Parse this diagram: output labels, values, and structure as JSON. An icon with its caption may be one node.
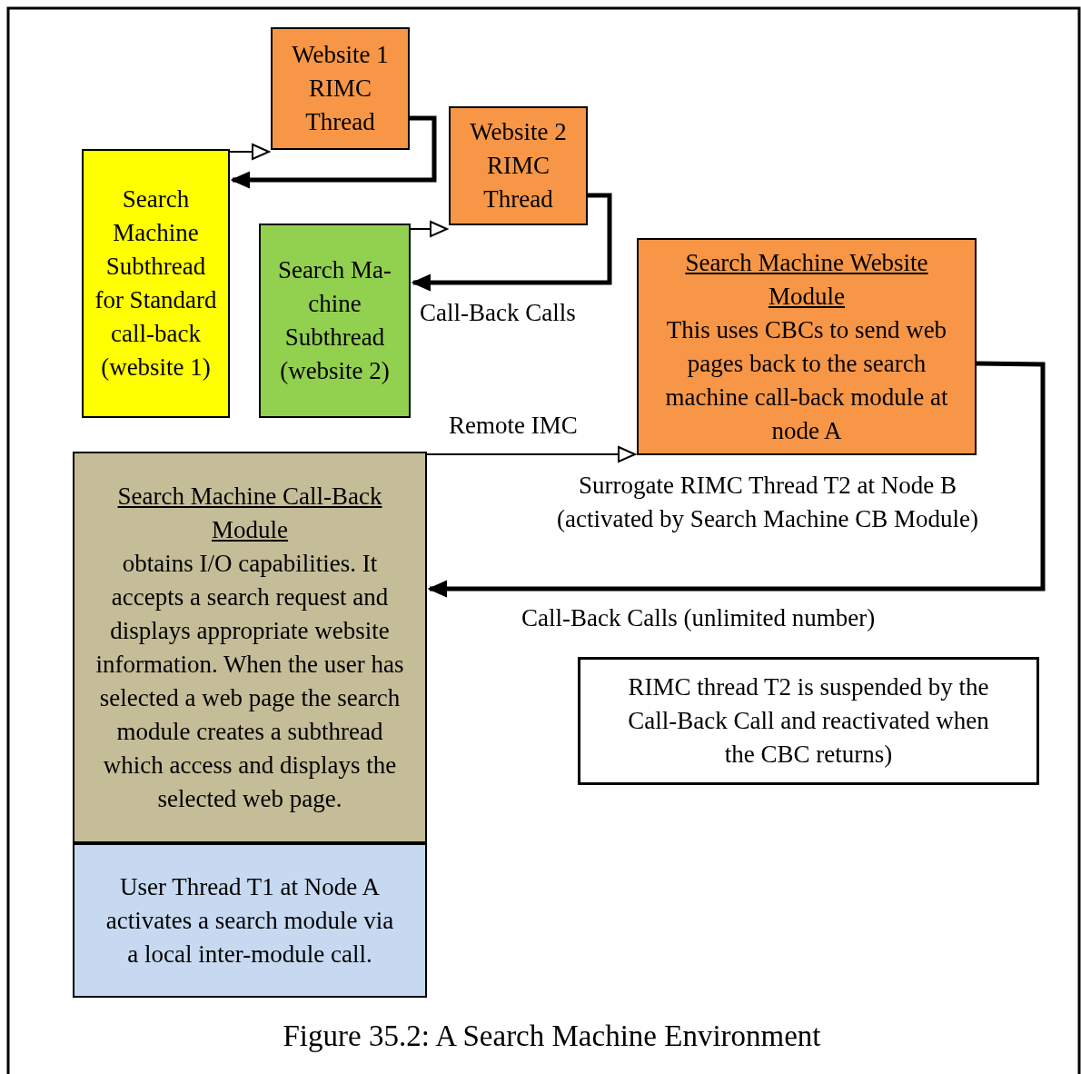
{
  "diagram": {
    "caption": "Figure 35.2: A Search Machine Environment",
    "nodes": [
      {
        "text": [
          "Website 1 RIMC Thread"
        ]
      },
      {
        "text": [
          "Search Machine Subthread for Standard call-back (website 1)"
        ]
      },
      {
        "text": [
          "Website 2 RIMC Thread"
        ]
      },
      {
        "text": [
          "Search Ma- chine Subthread (website 2)"
        ]
      },
      {
        "text": [
          "Search Machine Website Module",
          "This uses CBCs to send web pages back to the search machine call-back module at node A"
        ],
        "beside": [
          "Surrogate RIMC Thread T2 at Node B (activated by Search Machine CB Module)"
        ]
      },
      {
        "text": [
          "Search Machine Call-Back Module",
          "obtains I/O capabilities. It accepts a search request and displays appropriate website information. When the user has selected a web page the search module creates a subthread which access and displays the selected web page."
        ]
      },
      {
        "text": [
          "User Thread T1 at Node A activates a search module via a local inter-module call."
        ]
      },
      {
        "text": [
          "RIMC thread T2 is suspended by the Call-Back Call and reactivated when the CBC returns)"
        ]
      }
    ],
    "edges": [
      {
        "from": 1,
        "to": 0,
        "arrow": "to"
      },
      {
        "from": 0,
        "to": 1,
        "arrow": "to",
        "style": "thick"
      },
      {
        "from": 3,
        "to": 2,
        "arrow": "to"
      },
      {
        "from": 2,
        "to": 3,
        "arrow": "to",
        "style": "thick",
        "label": "Call-Back Calls"
      },
      {
        "from": 5,
        "to": 4,
        "arrow": "to",
        "label": "Remote IMC"
      },
      {
        "from": 4,
        "to": 5,
        "arrow": "to",
        "style": "thick",
        "label": "Call-Back Calls (unlimited number)"
      }
    ]
  }
}
